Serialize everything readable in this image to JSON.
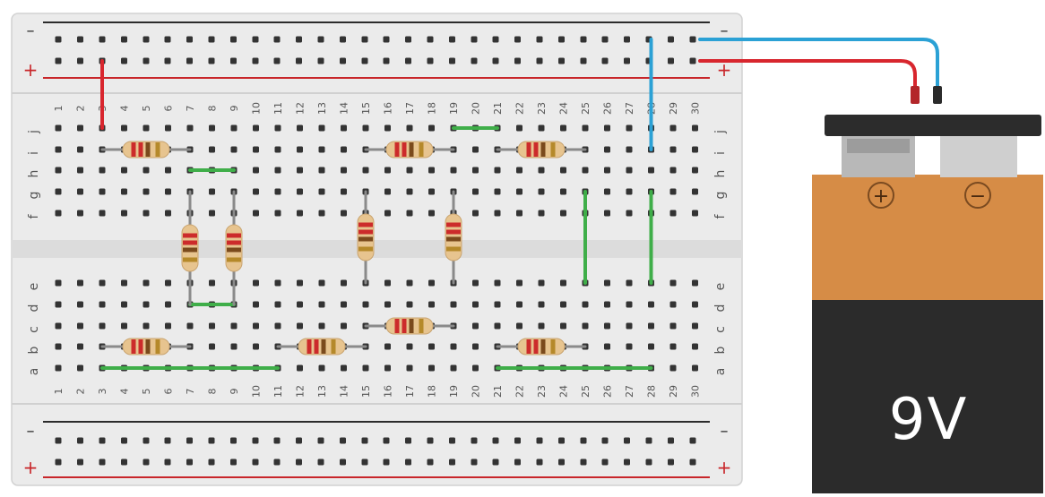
{
  "breadboard": {
    "rail_minus_symbol": "–",
    "rail_plus_symbol": "+",
    "column_numbers": [
      "1",
      "2",
      "3",
      "4",
      "5",
      "6",
      "7",
      "8",
      "9",
      "10",
      "11",
      "12",
      "13",
      "14",
      "15",
      "16",
      "17",
      "18",
      "19",
      "20",
      "21",
      "22",
      "23",
      "24",
      "25",
      "26",
      "27",
      "28",
      "29",
      "30"
    ],
    "row_letters_top": [
      "j",
      "i",
      "h",
      "g",
      "f"
    ],
    "row_letters_bottom": [
      "e",
      "d",
      "c",
      "b",
      "a"
    ]
  },
  "battery": {
    "label": "9V",
    "plus_terminal_symbol": "+",
    "minus_terminal_symbol": "−"
  },
  "colors": {
    "board": "#ebebeb",
    "board_edge": "#d2d2d2",
    "hole": "#333333",
    "rail_negative": "#2b2b2b",
    "rail_positive": "#c8262a",
    "wire_red": "#d8262e",
    "wire_blue": "#2ba1d5",
    "wire_green": "#3fae49",
    "resistor_body": "#e7c48f",
    "battery_top": "#d68c46",
    "battery_bottom": "#2b2b2b",
    "battery_cap": "#2c2c2c",
    "terminal": "#cfcfcf"
  },
  "components": {
    "resistors": [
      {
        "name": "resistor-h1",
        "orientation": "horizontal",
        "row": "i",
        "col_from": 3,
        "col_to": 7,
        "bands": [
          "red",
          "red",
          "brown",
          "gold"
        ]
      },
      {
        "name": "resistor-h2",
        "orientation": "horizontal",
        "row": "i",
        "col_from": 15,
        "col_to": 19,
        "bands": [
          "red",
          "red",
          "brown",
          "gold"
        ]
      },
      {
        "name": "resistor-h3",
        "orientation": "horizontal",
        "row": "i",
        "col_from": 21,
        "col_to": 25,
        "bands": [
          "red",
          "red",
          "brown",
          "gold"
        ]
      },
      {
        "name": "resistor-h4",
        "orientation": "horizontal",
        "row": "b",
        "col_from": 3,
        "col_to": 7,
        "bands": [
          "red",
          "red",
          "brown",
          "gold"
        ]
      },
      {
        "name": "resistor-h5",
        "orientation": "horizontal",
        "row": "b",
        "col_from": 11,
        "col_to": 15,
        "bands": [
          "red",
          "red",
          "brown",
          "gold"
        ]
      },
      {
        "name": "resistor-h6",
        "orientation": "horizontal",
        "row": "c",
        "col_from": 15,
        "col_to": 19,
        "bands": [
          "red",
          "red",
          "brown",
          "gold"
        ]
      },
      {
        "name": "resistor-h7",
        "orientation": "horizontal",
        "row": "b",
        "col_from": 21,
        "col_to": 25,
        "bands": [
          "red",
          "red",
          "brown",
          "gold"
        ]
      },
      {
        "name": "resistor-v1",
        "orientation": "vertical",
        "col": 7,
        "row_from": "g",
        "row_to": "d",
        "bands": [
          "red",
          "red",
          "brown",
          "gold"
        ]
      },
      {
        "name": "resistor-v2",
        "orientation": "vertical",
        "col": 9,
        "row_from": "g",
        "row_to": "d",
        "bands": [
          "red",
          "red",
          "brown",
          "gold"
        ]
      },
      {
        "name": "resistor-v3",
        "orientation": "vertical",
        "col": 15,
        "row_from": "g",
        "row_to": "e",
        "bands": [
          "red",
          "red",
          "brown",
          "gold"
        ]
      },
      {
        "name": "resistor-v4",
        "orientation": "vertical",
        "col": 19,
        "row_from": "g",
        "row_to": "e",
        "bands": [
          "red",
          "red",
          "brown",
          "gold"
        ]
      }
    ],
    "jumpers": [
      {
        "name": "jumper-h-col7-9",
        "color": "green",
        "from": {
          "row": "h",
          "col": 7
        },
        "to": {
          "row": "h",
          "col": 9
        }
      },
      {
        "name": "jumper-j-col19-21",
        "color": "green",
        "from": {
          "row": "j",
          "col": 19
        },
        "to": {
          "row": "j",
          "col": 21
        }
      },
      {
        "name": "jumper-d-col7-9",
        "color": "green",
        "from": {
          "row": "d",
          "col": 7
        },
        "to": {
          "row": "d",
          "col": 9
        }
      },
      {
        "name": "jumper-a-col3-11",
        "color": "green",
        "from": {
          "row": "a",
          "col": 3
        },
        "to": {
          "row": "a",
          "col": 11
        }
      },
      {
        "name": "jumper-a-col21-28",
        "color": "green",
        "from": {
          "row": "a",
          "col": 21
        },
        "to": {
          "row": "a",
          "col": 28
        }
      },
      {
        "name": "jumper-col25-g-e",
        "color": "green",
        "from": {
          "row": "g",
          "col": 25
        },
        "to": {
          "row": "e",
          "col": 25
        }
      },
      {
        "name": "jumper-col28-g-e",
        "color": "green",
        "from": {
          "row": "g",
          "col": 28
        },
        "to": {
          "row": "e",
          "col": 28
        }
      },
      {
        "name": "jumper-col3-rail-j",
        "color": "red",
        "from": {
          "row": "rail-plus",
          "col": 3
        },
        "to": {
          "row": "j",
          "col": 3
        }
      },
      {
        "name": "jumper-col28-rail-i",
        "color": "blue",
        "from": {
          "row": "rail-minus",
          "col": 28
        },
        "to": {
          "row": "i",
          "col": 28
        }
      }
    ]
  }
}
